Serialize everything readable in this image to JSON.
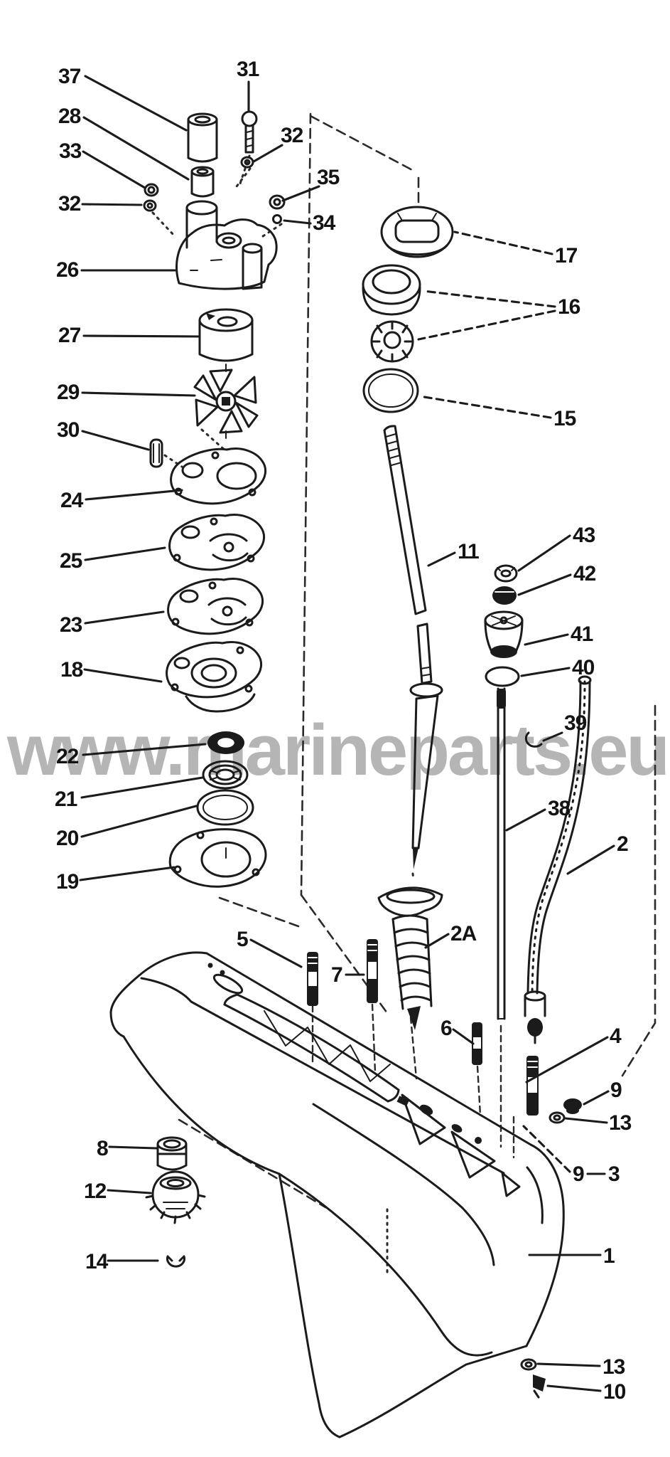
{
  "watermark": {
    "text": "www.marineparts.eu",
    "color": "#aeaeae"
  },
  "diagram": {
    "description": "Exploded parts diagram of an outboard motor gearcase (lower unit) with water pump assembly, driveshaft, shift shaft, water tube and gear housing",
    "ink_color": "#1b1b1b",
    "background_color": "#ffffff"
  },
  "callouts": [
    "37",
    "28",
    "33",
    "32",
    "26",
    "27",
    "29",
    "30",
    "24",
    "25",
    "23",
    "18",
    "22",
    "21",
    "20",
    "19",
    "8",
    "12",
    "14",
    "31",
    "32",
    "35",
    "34",
    "17",
    "16",
    "15",
    "11",
    "43",
    "42",
    "41",
    "40",
    "39",
    "38",
    "2",
    "2A",
    "5",
    "7",
    "6",
    "4",
    "9",
    "13",
    "9",
    "3",
    "1",
    "13",
    "10"
  ]
}
